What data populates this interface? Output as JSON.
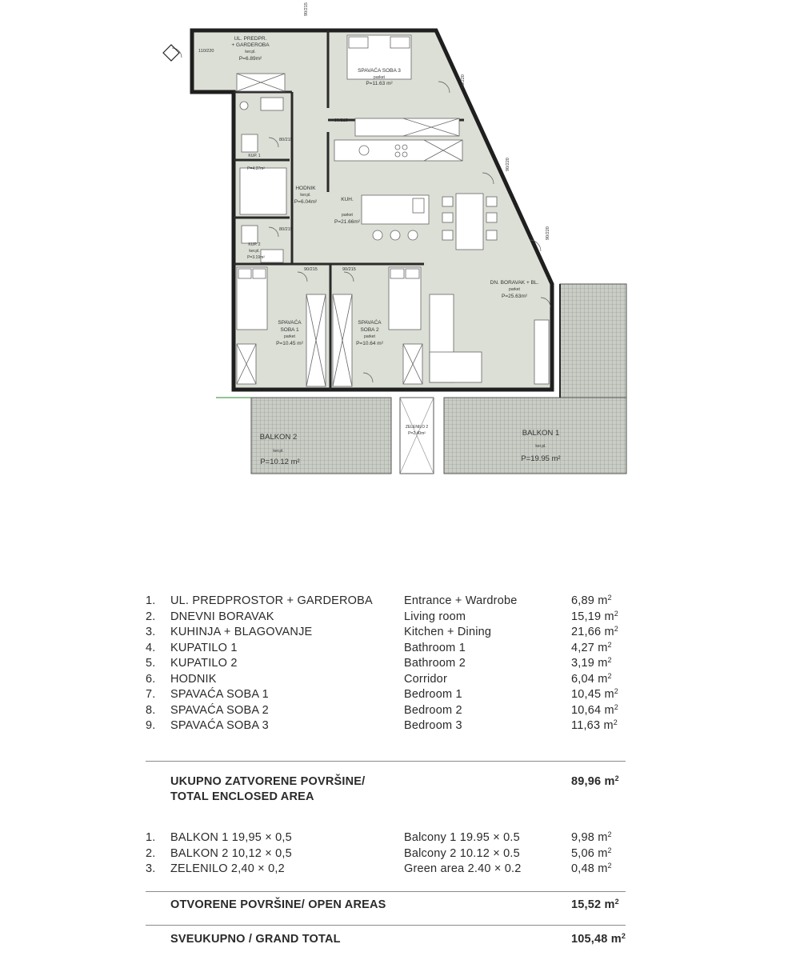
{
  "plan": {
    "entrance": {
      "name": "UL. PREDPR.",
      "name2": "+ GARDEROBA",
      "floor": "ker.pl.",
      "area": "P=6.89m²"
    },
    "bedroom3": {
      "name": "SPAVAĆA SOBA 3",
      "floor": "parket",
      "area": "P=11.63 m²"
    },
    "corridor": {
      "name": "HODNIK",
      "floor": "ker.pl.",
      "area": "P=6.04m²"
    },
    "bath1": {
      "name": "KUP. 1",
      "area": "P=4.37m²"
    },
    "bath2": {
      "name": "KUP. 2",
      "floor": "ker.pl.",
      "area": "P=3.19m²"
    },
    "kitchen": {
      "name": "KUH.",
      "floor": "parket",
      "area": "P=21.66m²"
    },
    "living": {
      "name": "DN. BORAVAK + BL.",
      "floor": "parket",
      "area": "P=25.63m²"
    },
    "bedroom1": {
      "name": "SPAVAĆA",
      "name2": "SOBA 1",
      "floor": "parket",
      "area": "P=10.45 m²"
    },
    "bedroom2": {
      "name": "SPAVAĆA",
      "name2": "SOBA 2",
      "floor": "parket",
      "area": "P=10.64 m²"
    },
    "balcony2": {
      "name": "BALKON 2",
      "floor": "ker.pl.",
      "area": "P=10.12 m²"
    },
    "balcony1": {
      "name": "BALKON 1",
      "floor": "ker.pl.",
      "area": "P=19.95 m²"
    },
    "green": {
      "name": "ZELENILO 2",
      "area": "P=2.40m²"
    },
    "doors": [
      "110/220",
      "90/215",
      "80/215",
      "80/215",
      "80/215",
      "90/215",
      "90/215",
      "90/220",
      "90/220",
      "90/220"
    ]
  },
  "rooms": [
    {
      "num": "1.",
      "hr": "UL. PREDPROSTOR + GARDEROBA",
      "en": "Entrance + Wardrobe",
      "area": "6,89 m",
      "unit": "2"
    },
    {
      "num": "2.",
      "hr": "DNEVNI BORAVAK",
      "en": "Living room",
      "area": "15,19 m",
      "unit": "2"
    },
    {
      "num": "3.",
      "hr": "KUHINJA + BLAGOVANJE",
      "en": "Kitchen + Dining",
      "area": "21,66 m",
      "unit": "2"
    },
    {
      "num": "4.",
      "hr": "KUPATILO 1",
      "en": "Bathroom 1",
      "area": "4,27 m",
      "unit": "2"
    },
    {
      "num": "5.",
      "hr": "KUPATILO 2",
      "en": "Bathroom 2",
      "area": "3,19 m",
      "unit": "2"
    },
    {
      "num": "6.",
      "hr": "HODNIK",
      "en": "Corridor",
      "area": "6,04 m",
      "unit": "2"
    },
    {
      "num": "7.",
      "hr": "SPAVAĆA SOBA 1",
      "en": "Bedroom 1",
      "area": "10,45 m",
      "unit": "2"
    },
    {
      "num": "8.",
      "hr": "SPAVAĆA SOBA 2",
      "en": "Bedroom 2",
      "area": "10,64 m",
      "unit": "2"
    },
    {
      "num": "9.",
      "hr": "SPAVAĆA SOBA 3",
      "en": "Bedroom 3",
      "area": "11,63 m",
      "unit": "2"
    }
  ],
  "enclosed_total": {
    "line1": "UKUPNO ZATVORENE POVRŠINE/",
    "line2": "TOTAL ENCLOSED AREA",
    "area": "89,96 m",
    "unit": "2"
  },
  "open_areas": [
    {
      "num": "1.",
      "hr": "BALKON 1 19,95 × 0,5",
      "en": "Balcony 1 19.95 × 0.5",
      "area": "9,98 m",
      "unit": "2"
    },
    {
      "num": "2.",
      "hr": "BALKON 2 10,12 × 0,5",
      "en": "Balcony 2 10.12 × 0.5",
      "area": "5,06 m",
      "unit": "2"
    },
    {
      "num": "3.",
      "hr": "ZELENILO 2,40 × 0,2",
      "en": "Green area 2.40 × 0.2",
      "area": "0,48 m",
      "unit": "2"
    }
  ],
  "open_total": {
    "label": "OTVORENE POVRŠINE/ OPEN AREAS",
    "area": "15,52 m",
    "unit": "2"
  },
  "grand_total": {
    "label": "SVEUKUPNO / GRAND TOTAL",
    "area": "105,48 m",
    "unit": "2"
  }
}
